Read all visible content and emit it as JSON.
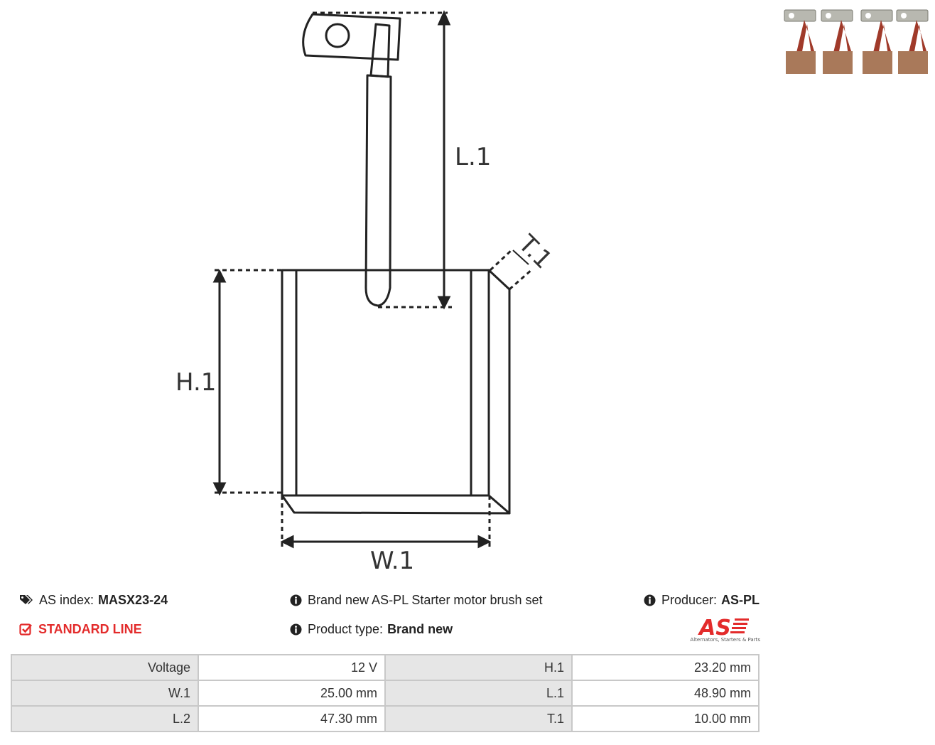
{
  "diagram": {
    "labels": {
      "l1": "L.1",
      "h1": "H.1",
      "w1": "W.1",
      "t1": "T.1"
    }
  },
  "thumbnails": {
    "count": 4,
    "colors": {
      "terminal": "#b8b8b0",
      "wire": "#a03a2a",
      "block": "#a9795a"
    }
  },
  "info": {
    "as_index_label": "AS index:",
    "as_index_value": "MASX23-24",
    "line": "STANDARD LINE",
    "description": "Brand new AS-PL Starter motor brush set",
    "product_type_label": "Product type:",
    "product_type_value": "Brand new",
    "producer_label": "Producer:",
    "producer_value": "AS-PL"
  },
  "logo": {
    "mark": "AS",
    "tagline": "Alternators, Starters & Parts",
    "color": "#e32b2b"
  },
  "specs": {
    "rows": [
      [
        {
          "label": "Voltage",
          "value": "12 V"
        },
        {
          "label": "H.1",
          "value": "23.20 mm"
        }
      ],
      [
        {
          "label": "W.1",
          "value": "25.00 mm"
        },
        {
          "label": "L.1",
          "value": "48.90 mm"
        }
      ],
      [
        {
          "label": "L.2",
          "value": "47.30 mm"
        },
        {
          "label": "T.1",
          "value": "10.00 mm"
        }
      ]
    ]
  },
  "colors": {
    "accent": "#e32b2b",
    "label_bg": "#e6e6e6",
    "border": "#c8c8c8",
    "line": "#222222"
  }
}
